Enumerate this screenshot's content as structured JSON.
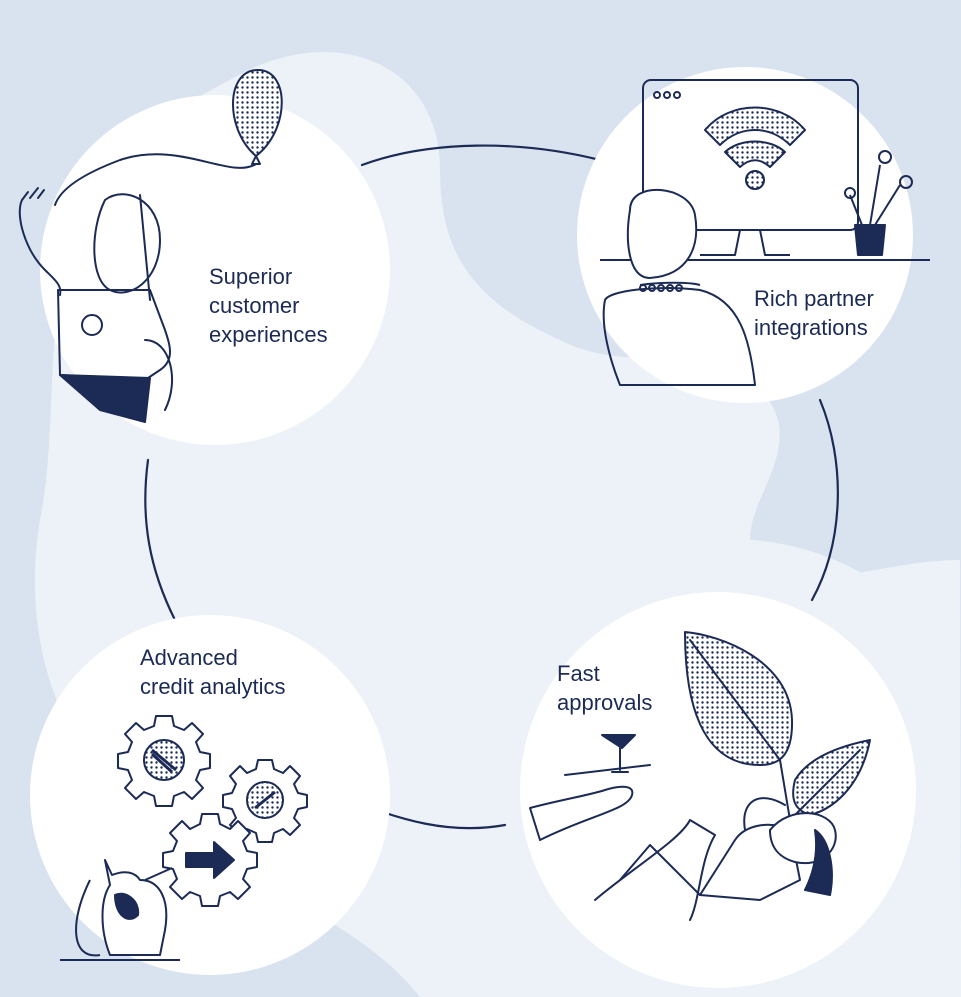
{
  "diagram": {
    "nodes": [
      {
        "id": "superior",
        "lines": [
          "Superior",
          "customer",
          "experiences"
        ],
        "illustration": "person-waving-with-balloon"
      },
      {
        "id": "rich",
        "lines": [
          "Rich partner",
          "integrations"
        ],
        "illustration": "person-at-monitor-with-wifi"
      },
      {
        "id": "fast",
        "lines": [
          "Fast",
          "approvals"
        ],
        "illustration": "person-relaxing-with-drink"
      },
      {
        "id": "advanced",
        "lines": [
          "Advanced",
          "credit analytics"
        ],
        "illustration": "cat-with-gears"
      }
    ]
  },
  "colors": {
    "background": "#d9e3ef",
    "blob": "#edf2f8",
    "circle": "#ffffff",
    "ink": "#1c2b55"
  }
}
